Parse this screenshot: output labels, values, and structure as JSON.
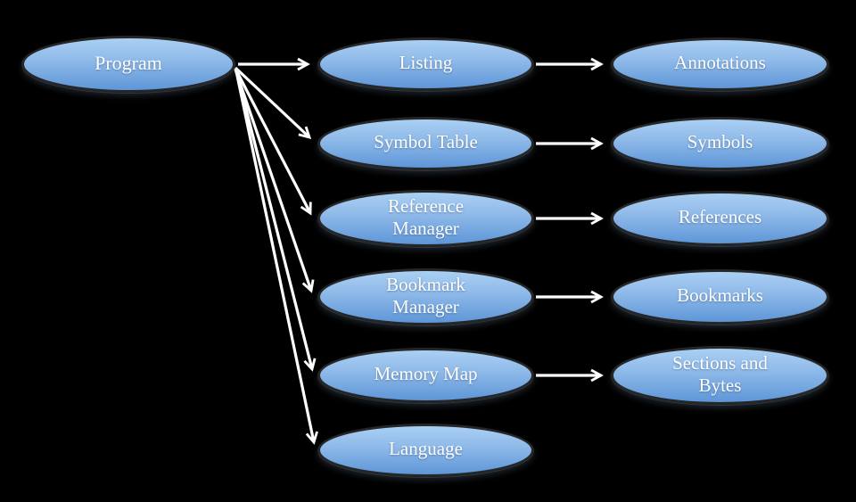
{
  "diagram": {
    "background_color": "#000000",
    "node_fill_top": "#aacff3",
    "node_fill_bottom": "#5e96d8",
    "node_border_color": "#262626",
    "node_text_color": "#ffffff",
    "arrow_color": "#ffffff",
    "nodes": [
      {
        "id": "program",
        "label": "Program"
      },
      {
        "id": "listing",
        "label": "Listing"
      },
      {
        "id": "symbol-table",
        "label": "Symbol Table"
      },
      {
        "id": "reference-manager",
        "label": "Reference\nManager"
      },
      {
        "id": "bookmark-manager",
        "label": "Bookmark\nManager"
      },
      {
        "id": "memory-map",
        "label": "Memory Map"
      },
      {
        "id": "language",
        "label": "Language"
      },
      {
        "id": "annotations",
        "label": "Annotations"
      },
      {
        "id": "symbols",
        "label": "Symbols"
      },
      {
        "id": "references",
        "label": "References"
      },
      {
        "id": "bookmarks",
        "label": "Bookmarks"
      },
      {
        "id": "sections-bytes",
        "label": "Sections and\nBytes"
      }
    ],
    "edges": [
      {
        "from": "Program",
        "to": "Listing"
      },
      {
        "from": "Program",
        "to": "Symbol Table"
      },
      {
        "from": "Program",
        "to": "Reference Manager"
      },
      {
        "from": "Program",
        "to": "Bookmark Manager"
      },
      {
        "from": "Program",
        "to": "Memory Map"
      },
      {
        "from": "Program",
        "to": "Language"
      },
      {
        "from": "Listing",
        "to": "Annotations"
      },
      {
        "from": "Symbol Table",
        "to": "Symbols"
      },
      {
        "from": "Reference Manager",
        "to": "References"
      },
      {
        "from": "Bookmark Manager",
        "to": "Bookmarks"
      },
      {
        "from": "Memory Map",
        "to": "Sections and Bytes"
      }
    ]
  }
}
